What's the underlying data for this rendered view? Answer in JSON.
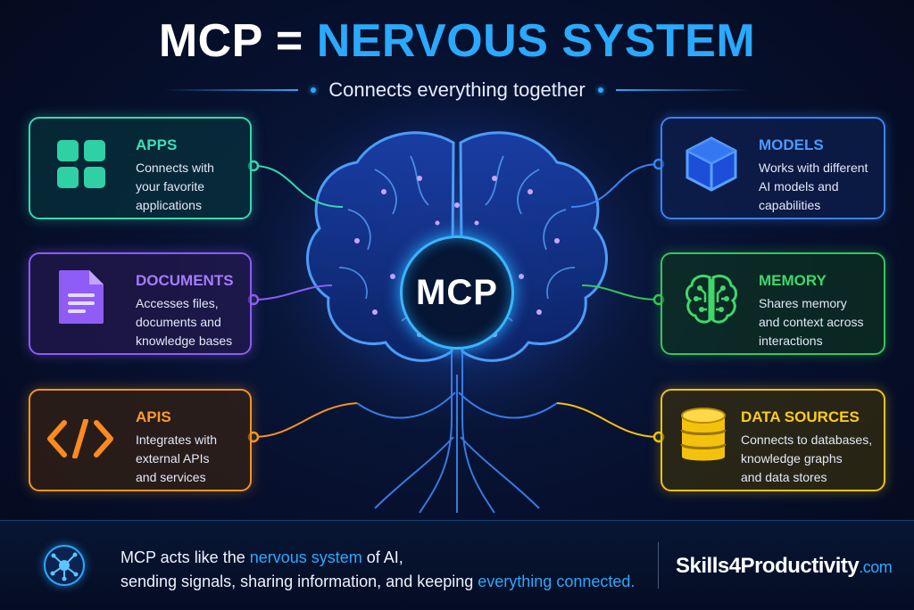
{
  "title": {
    "part1": "MCP = ",
    "part2": "NERVOUS SYSTEM"
  },
  "subtitle": "Connects everything together",
  "center": {
    "label": "MCP"
  },
  "nodes": {
    "apps": {
      "label": "APPS",
      "description": "Connects with\nyour favorite\napplications",
      "icon": "grid-apps-icon",
      "color": "#34d9b0"
    },
    "documents": {
      "label": "DOCUMENTS",
      "description": "Accesses files,\ndocuments and\nknowledge bases",
      "icon": "document-icon",
      "color": "#8b5cf6"
    },
    "apis": {
      "label": "APIS",
      "description": "Integrates with\nexternal APIs\nand services",
      "icon": "code-brackets-icon",
      "color": "#f7941d"
    },
    "models": {
      "label": "MODELS",
      "description": "Works with different\nAI models and\ncapabilities",
      "icon": "cube-icon",
      "color": "#3b82f6"
    },
    "memory": {
      "label": "MEMORY",
      "description": "Shares memory\nand context across\ninteractions",
      "icon": "circuit-brain-icon",
      "color": "#34c759"
    },
    "data_sources": {
      "label": "DATA SOURCES",
      "description": "Connects to databases,\nknowledge graphs\nand data stores",
      "icon": "database-icon",
      "color": "#f4c20d"
    }
  },
  "footer": {
    "line1_before": "MCP acts like the ",
    "line1_highlight": "nervous system",
    "line1_after": " of AI,",
    "line2_before": "sending signals, sharing information, and keeping ",
    "line2_highlight": "everything connected.",
    "brand_name": "Skills4Productivity",
    "brand_tld": ".com",
    "icon": "neuron-icon"
  }
}
